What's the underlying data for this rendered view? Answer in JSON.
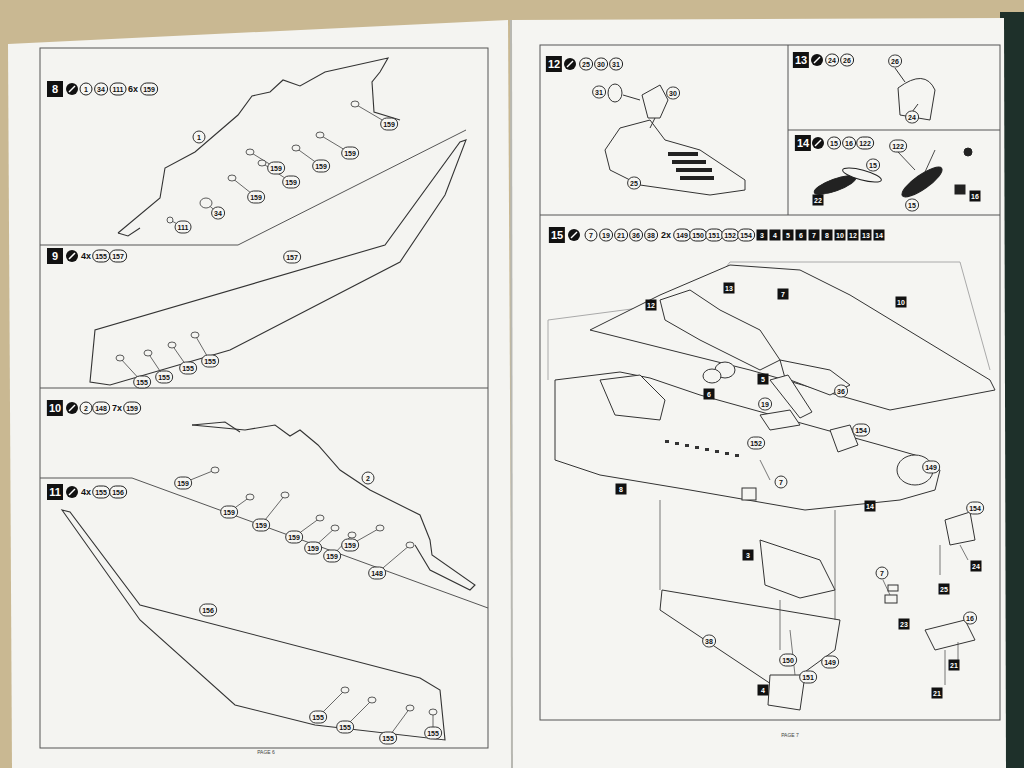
{
  "diagram": {
    "labels": [
      "8",
      "1",
      "34",
      "111",
      "6x",
      "159",
      "1",
      "159",
      "159",
      "159",
      "159",
      "159",
      "159",
      "34",
      "111",
      "9",
      "4x",
      "155",
      "157",
      "157",
      "155",
      "155",
      "155",
      "155",
      "10",
      "2",
      "148",
      "7x",
      "159",
      "159",
      "159",
      "159",
      "159",
      "159",
      "159",
      "159",
      "2",
      "148",
      "11",
      "4x",
      "155",
      "156",
      "156",
      "155",
      "155",
      "155",
      "155",
      "PAGE 6",
      "12",
      "25",
      "30",
      "31",
      "31",
      "30",
      "25",
      "13",
      "24",
      "26",
      "26",
      "24",
      "14",
      "15",
      "16",
      "122",
      "122",
      "15",
      "22",
      "15",
      "16",
      "15",
      "7",
      "19",
      "21",
      "36",
      "38",
      "2x",
      "149",
      "150",
      "151",
      "152",
      "154",
      "3",
      "4",
      "5",
      "6",
      "7",
      "8",
      "10",
      "12",
      "13",
      "14",
      "13",
      "7",
      "10",
      "12",
      "5",
      "6",
      "36",
      "19",
      "152",
      "154",
      "7",
      "149",
      "8",
      "14",
      "154",
      "3",
      "24",
      "7",
      "25",
      "23",
      "16",
      "38",
      "150",
      "151",
      "149",
      "21",
      "21",
      "4",
      "PAGE 7"
    ]
  }
}
